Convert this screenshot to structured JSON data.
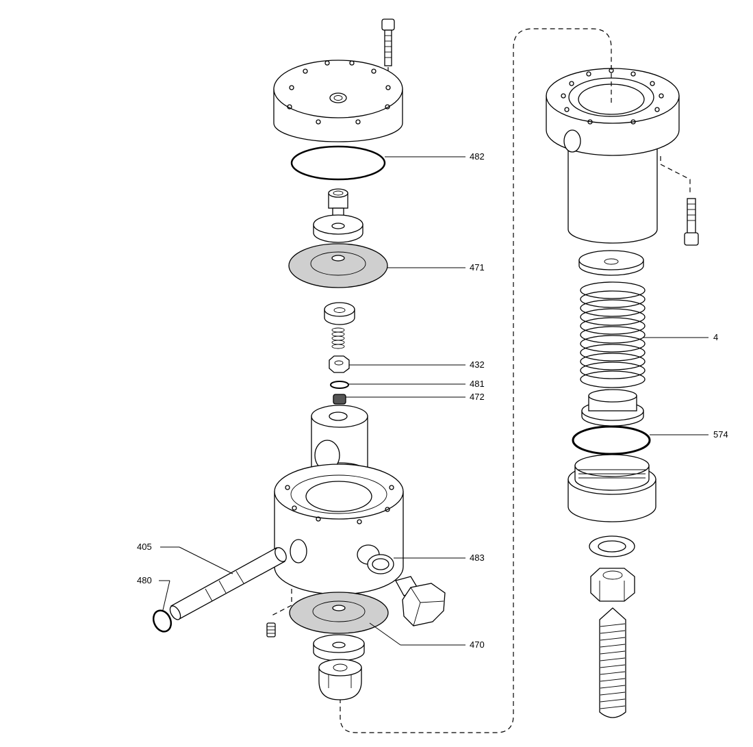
{
  "callouts": {
    "c482": "482",
    "c471": "471",
    "c432": "432",
    "c481": "481",
    "c472": "472",
    "c483": "483",
    "c405": "405",
    "c480": "480",
    "c470": "470",
    "c4": "4",
    "c574": "574"
  }
}
